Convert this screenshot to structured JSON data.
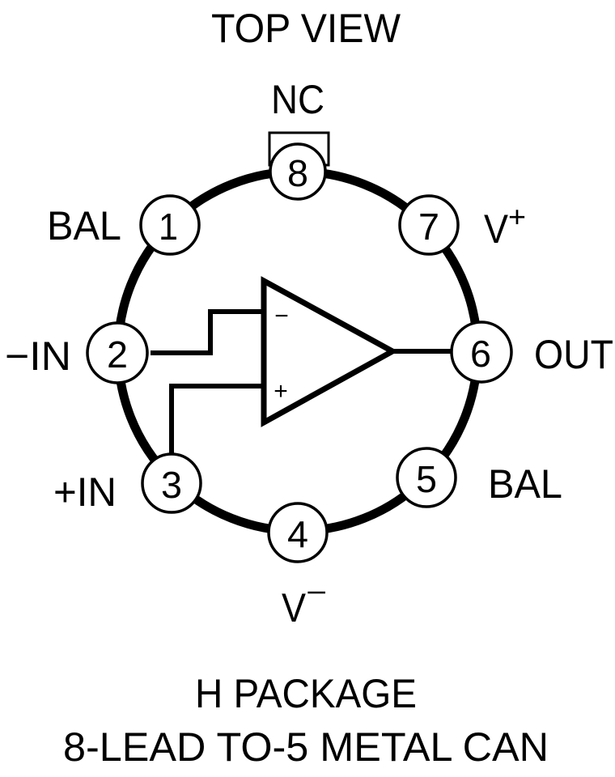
{
  "diagram": {
    "title": "TOP VIEW",
    "caption_line1": "H PACKAGE",
    "caption_line2": "8-LEAD TO-5 METAL CAN",
    "colors": {
      "stroke": "#000000",
      "background": "#ffffff"
    },
    "pins": [
      {
        "number": "1",
        "label": "BAL"
      },
      {
        "number": "2",
        "label": "−IN"
      },
      {
        "number": "3",
        "label": "+IN"
      },
      {
        "number": "4",
        "label": "V",
        "superscript": "−"
      },
      {
        "number": "5",
        "label": "BAL"
      },
      {
        "number": "6",
        "label": "OUT"
      },
      {
        "number": "7",
        "label": "V",
        "superscript": "+"
      },
      {
        "number": "8",
        "label": "NC"
      }
    ],
    "opamp": {
      "inverting_symbol": "−",
      "noninverting_symbol": "+"
    }
  }
}
